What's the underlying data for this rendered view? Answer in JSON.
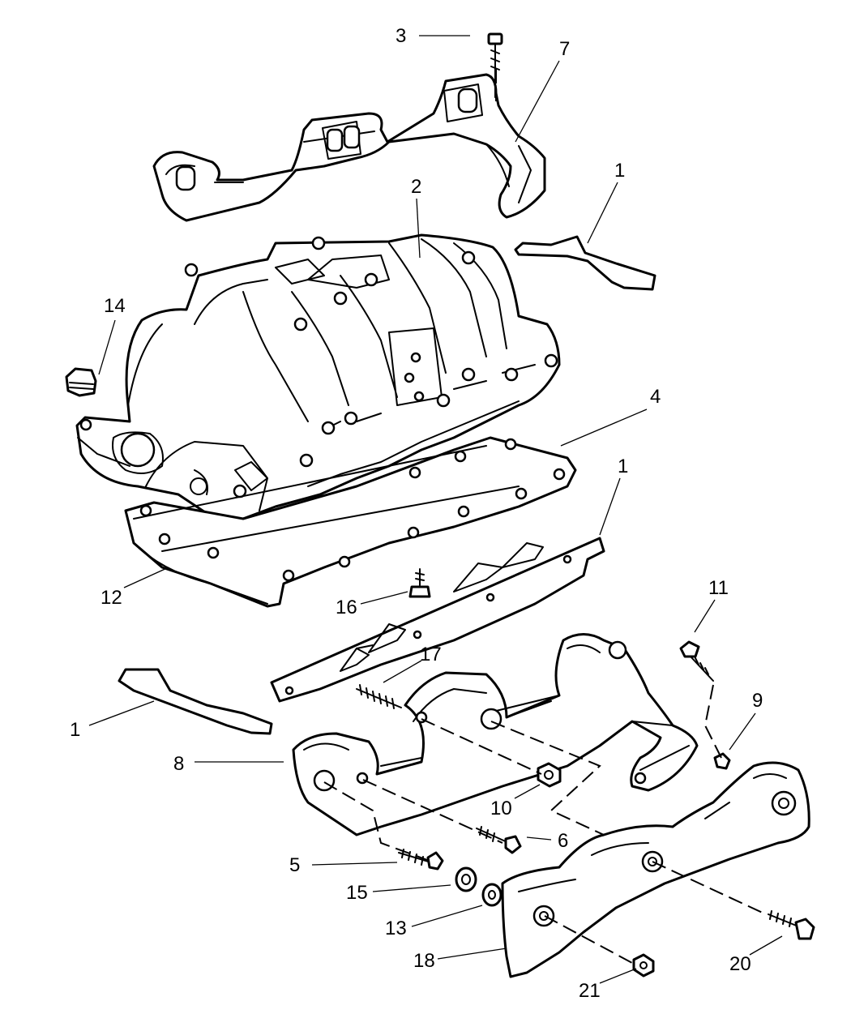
{
  "callouts": {
    "c1a": "1",
    "c1b": "1",
    "c1c": "1",
    "c2": "2",
    "c3": "3",
    "c4": "4",
    "c5": "5",
    "c6": "6",
    "c7": "7",
    "c8": "8",
    "c9": "9",
    "c10": "10",
    "c11": "11",
    "c12": "12",
    "c13": "13",
    "c14": "14",
    "c15": "15",
    "c16": "16",
    "c17": "17",
    "c18": "18",
    "c20": "20",
    "c21": "21"
  }
}
